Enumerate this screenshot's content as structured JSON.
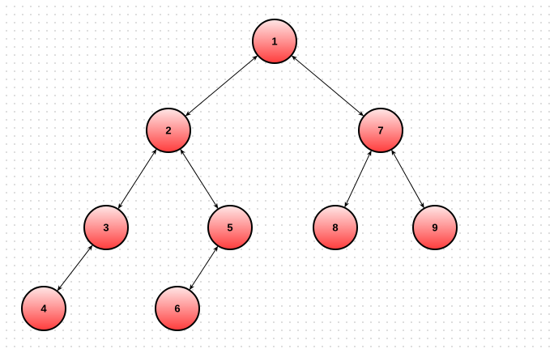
{
  "diagram": {
    "type": "binary-tree",
    "colors": {
      "node_top": "#ffe6e6",
      "node_bottom": "#ff3b3b",
      "stroke": "#000000",
      "grid_dot": "#d4d4d4"
    },
    "nodes": [
      {
        "id": "n1",
        "label": "1"
      },
      {
        "id": "n2",
        "label": "2"
      },
      {
        "id": "n7",
        "label": "7"
      },
      {
        "id": "n3",
        "label": "3"
      },
      {
        "id": "n5",
        "label": "5"
      },
      {
        "id": "n8",
        "label": "8"
      },
      {
        "id": "n9",
        "label": "9"
      },
      {
        "id": "n4",
        "label": "4"
      },
      {
        "id": "n6",
        "label": "6"
      }
    ],
    "edges": [
      {
        "from": "n1",
        "to": "n2",
        "arrows": "both"
      },
      {
        "from": "n1",
        "to": "n7",
        "arrows": "both"
      },
      {
        "from": "n2",
        "to": "n3",
        "arrows": "both"
      },
      {
        "from": "n2",
        "to": "n5",
        "arrows": "both"
      },
      {
        "from": "n7",
        "to": "n8",
        "arrows": "both"
      },
      {
        "from": "n7",
        "to": "n9",
        "arrows": "both"
      },
      {
        "from": "n3",
        "to": "n4",
        "arrows": "both"
      },
      {
        "from": "n5",
        "to": "n6",
        "arrows": "both"
      }
    ]
  }
}
